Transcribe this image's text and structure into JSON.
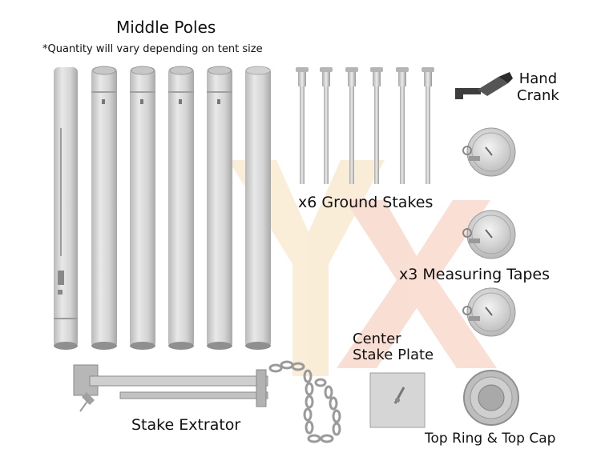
{
  "labels": {
    "middle_poles": "Middle Poles",
    "quantity_note": "*Quantity will vary depending on tent size",
    "ground_stakes": "x6 Ground Stakes",
    "hand_crank_line1": "Hand",
    "hand_crank_line2": "Crank",
    "measuring_tapes": "x3 Measuring Tapes",
    "center_plate_line1": "Center",
    "center_plate_line2": "Stake Plate",
    "stake_extractor": "Stake Extrator",
    "top_ring": "Top Ring & Top Cap"
  },
  "colors": {
    "metal": "#d9d9d9",
    "metal_dark": "#9a9a9a",
    "watermark": "#f6d9a8"
  }
}
